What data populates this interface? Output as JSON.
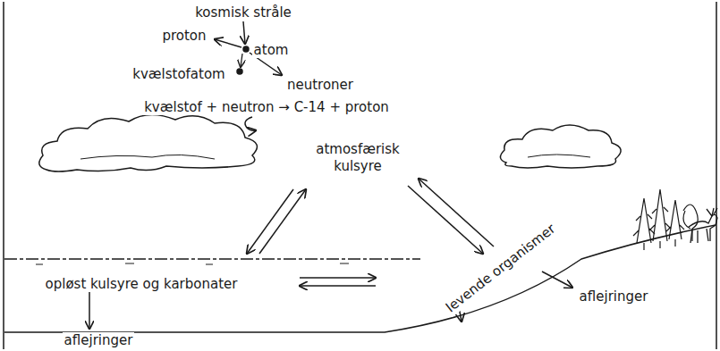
{
  "diagram": {
    "labels": [
      "kosmisk stråle",
      "atom",
      "proton",
      "kvælstofatom",
      "neutroner",
      "kvælstof + neutron → C-14 + proton",
      "atmosfærisk kulsyre",
      "opløst kulsyre og karbonater",
      "aflejringer",
      "levende organismer",
      "aflejringer"
    ]
  }
}
